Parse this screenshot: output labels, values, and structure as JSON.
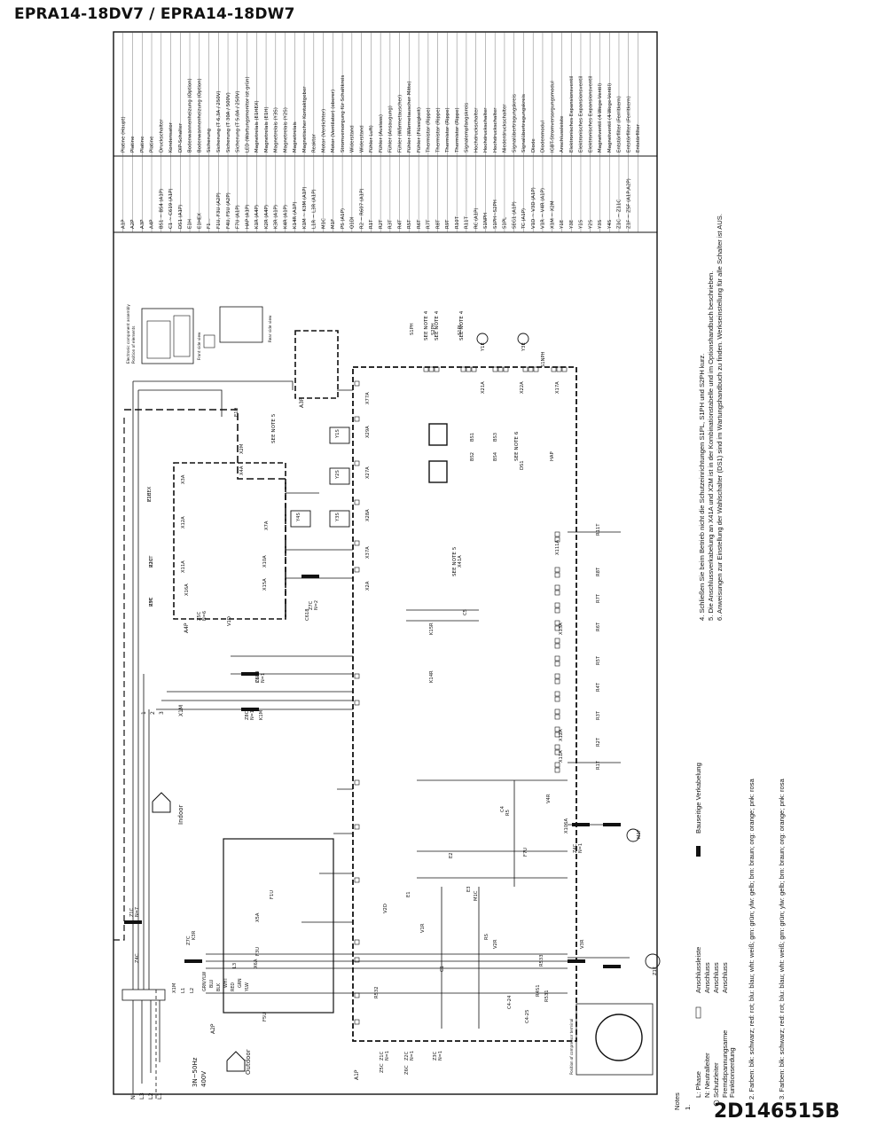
{
  "title": "EPRA14-18DV7 / EPRA14-18DW7",
  "doc_number": "2D146515B",
  "labels": {
    "outdoor": "Outdoor",
    "indoor": "Indoor",
    "power_supply": "3N~50Hz\n400V",
    "terminals_power": [
      "N",
      "L3",
      "L2",
      "L1"
    ],
    "x1m": "X1M",
    "x1m_terminals": [
      "1",
      "2",
      "3"
    ],
    "e_cabinet_title": "Electronic component assembly\nPosition of elements",
    "front_view": "Front side view",
    "rear_view": "Rear side view",
    "compressor_note": "Position of compressor terminal",
    "boards": [
      "A1P",
      "A2P",
      "A3P",
      "A4P"
    ],
    "see_note_4": "SEE NOTE 4",
    "see_note_5": "SEE NOTE 5",
    "see_note_6": "SEE NOTE 6",
    "components": [
      "E1HEX",
      "R10T",
      "R9T",
      "E1H",
      "X2M",
      "X3A",
      "X12A",
      "X11A",
      "X10A",
      "X15A",
      "X16A",
      "X7A",
      "X4A",
      "Y1S",
      "Y2S",
      "Y3S",
      "Y4S",
      "X29A",
      "X27A",
      "X28A",
      "X77A",
      "X37A",
      "X2A",
      "X41A",
      "C5",
      "K15R",
      "K14R",
      "S1PH",
      "S2PH",
      "S1PL",
      "Y1E",
      "Y3E",
      "X21A",
      "X22A",
      "X17A",
      "S1NPH",
      "BS1",
      "BS2",
      "BS3",
      "BS4",
      "DS1",
      "HAP",
      "X111A",
      "R11T",
      "R8T",
      "R7T",
      "R6T",
      "R5T",
      "R4T",
      "R3T",
      "R2T",
      "R1T",
      "X13A",
      "X12A",
      "X11A",
      "M1F",
      "X106A",
      "F7U",
      "R5",
      "V4R",
      "C4",
      "V3R",
      "C1",
      "R533",
      "V1R",
      "X1M",
      "L1",
      "L2",
      "L3",
      "X6A",
      "X5A",
      "F1U",
      "F3U",
      "F5U",
      "Z1F",
      "E1",
      "E2",
      "E3",
      "M1C",
      "RS",
      "V2R",
      "C4-24",
      "C4-25",
      "R4S1",
      "R531",
      "R532",
      "V2D",
      "V1D",
      "C618",
      "C619",
      "K1M",
      "K3R",
      "Z4C",
      "Z5C",
      "Z6C",
      "Z7C",
      "Z1C",
      "Z2C",
      "Z3C"
    ],
    "wire_colors": [
      "GRN/YLW",
      "BLU",
      "BLK",
      "WHT",
      "RED",
      "GRN",
      "YLW"
    ],
    "zc_labels": [
      "Z1C\nN=1",
      "Z2C\nN=1",
      "Z3C\nN=1",
      "Z4C\nN=1",
      "Z5C\nN=6",
      "Z6C\nN=1",
      "Z7C\nN=2",
      "Z1C\nN=7",
      "Z8C\nN=1"
    ]
  },
  "parts_list": [
    [
      "A1P",
      "Platine (Haupt)"
    ],
    [
      "A2P",
      "Platine"
    ],
    [
      "A3P",
      "Platine"
    ],
    [
      "A4P",
      "Platine"
    ],
    [
      "BS1 ~ BS4 (A1P)",
      "Druckschalter"
    ],
    [
      "C1 ~ C619 (A1P)",
      "Kondensator"
    ],
    [
      "DS1 (A1P)",
      "DIP-Schalter"
    ],
    [
      "E1H",
      "Bodenwannenheizung (Option)"
    ],
    [
      "E1HEX",
      "Bodenwannenheizung (Option)"
    ],
    [
      "F1...",
      "Sicherung"
    ],
    [
      "F1U, F3U (A2P)",
      "Sicherung (T 6,3A / 250V)"
    ],
    [
      "F4U, F5U (A2P)",
      "Sicherung (T 30A / 500V)"
    ],
    [
      "F7U (A1P)",
      "Sicherung (T 5,0A / 250V)"
    ],
    [
      "HAP (A1P)",
      "LED (Wartungsmonitor ist grün)"
    ],
    [
      "K1R (A4P)",
      "Magnetrelais (E1HEX)"
    ],
    [
      "K2R (A4P)",
      "Magnetrelais (E1H)"
    ],
    [
      "K3R (A1P)",
      "Magnetrelais (Y3S)"
    ],
    [
      "K4R (A1P)",
      "Magnetrelais (Y2S)"
    ],
    [
      "K14R (A1P)",
      "Magnetrelais"
    ],
    [
      "K1M ~ K3M (A1P)",
      "Magnetischer Kontaktgeber"
    ],
    [
      "L1R ~ L3R (A1P)",
      "Reaktor"
    ],
    [
      "M1C",
      "Motor (Verdichter)"
    ],
    [
      "M1F",
      "Motor (Ventilator) (oberer)"
    ],
    [
      "PS (A1P)",
      "Stromversorgung für Schaltkreis"
    ],
    [
      "Q1DI",
      "Widerstand"
    ],
    [
      "R2 ~ R607 (A1P)",
      "Widerstand"
    ],
    [
      "R1T",
      "Fühler Luft)"
    ],
    [
      "R2T",
      "Fühler (Auslass)"
    ],
    [
      "R3T",
      "Fühler (Ansaugung)"
    ],
    [
      "R4T",
      "Fühler (Wärmetauscher)"
    ],
    [
      "R5T",
      "Fühler (Wärmetauscher Mitte)"
    ],
    [
      "R6T",
      "Fühler (Flüssigkeit)"
    ],
    [
      "R7T",
      "Thermistor (Rippe)"
    ],
    [
      "R8T",
      "Thermistor (Rippe)"
    ],
    [
      "R9T",
      "Thermistor (Rippe)"
    ],
    [
      "R10T",
      "Thermistor (Rippe)"
    ],
    [
      "R11T",
      "Signalempfangskreis"
    ],
    [
      "RC (A1P)",
      "Hochdruckschalter"
    ],
    [
      "S1NPH",
      "Hochdruckschalter"
    ],
    [
      "S1PH~S2PH",
      "Hochdruckschalter"
    ],
    [
      "S1PL",
      "Niederdruckschalter"
    ],
    [
      "SEG1 (A1P)",
      "Signalübertragungskreis"
    ],
    [
      "TC (A1P)",
      "Signalübertragungskreis"
    ],
    [
      "V1D ~ V3D (A1P)",
      "Diode"
    ],
    [
      "V1R ~ V4R (A1P)",
      "Diodenmodul"
    ],
    [
      "X1M ~ X2M",
      "IGBT-Stromversorgungsmodul"
    ],
    [
      "Y1E",
      "Anschlussleiste"
    ],
    [
      "Y3E",
      "Elektronisches Expansionsventil"
    ],
    [
      "Y1S",
      "Elektronisches Expansionsventil"
    ],
    [
      "Y2S",
      "Elektronisches Expansionsventil"
    ],
    [
      "Y3S",
      "Magnetventil (4-Wege-Ventil)"
    ],
    [
      "Y4S",
      "Magnetventil (4-Wege-Ventil)"
    ],
    [
      "Z1C ~ Z11C",
      "Entstörfilter (Ferritkern)"
    ],
    [
      "Z1F ~ Z5F (A1P,A2P)",
      "Entstörfilter (Ferritkern)"
    ],
    [
      "",
      "Entstörfilter"
    ]
  ],
  "legend": {
    "heading": "Notes",
    "item_1": "1.",
    "phase": "L: Phase",
    "neutral": "N: Neutralleiter",
    "protective": "Schutzleiter",
    "external": "Fremdspannungsarme\nFunktionserdung",
    "terminal_strip": "Anschlussleiste",
    "connection1": "Anschluss",
    "connection2": "Anschluss",
    "connection3": "Anschluss",
    "field_wiring": "Bauseitige Verkabelung"
  },
  "notes": [
    "2. Farben: blk: schwarz; red: rot; blu: blau; wht: weiß; grn: grün; ylw: gelb; brn: braun; org: orange; pnk: rosa",
    "3. Farben: blk: schwarz; red: rot; blu: blau; wht: weiß; grn: grün; ylw: gelb; brn: braun; org: orange; pnk: rosa",
    "4. Schließen Sie beim Betrieb nicht die Schutzeinrichtungen S1PL, S1PH und S2PH kurz.",
    "5. Die Anschlussverkabelung an X41A und X2M ist in der Kombinationstabelle und im Optionshandbuch beschrieben.",
    "6. Anweisungen zur Einstellung der Wahlschalter (DS1) sind im Wartungshandbuch zu finden. Werkseinstellung für alle Schalter ist AUS."
  ]
}
